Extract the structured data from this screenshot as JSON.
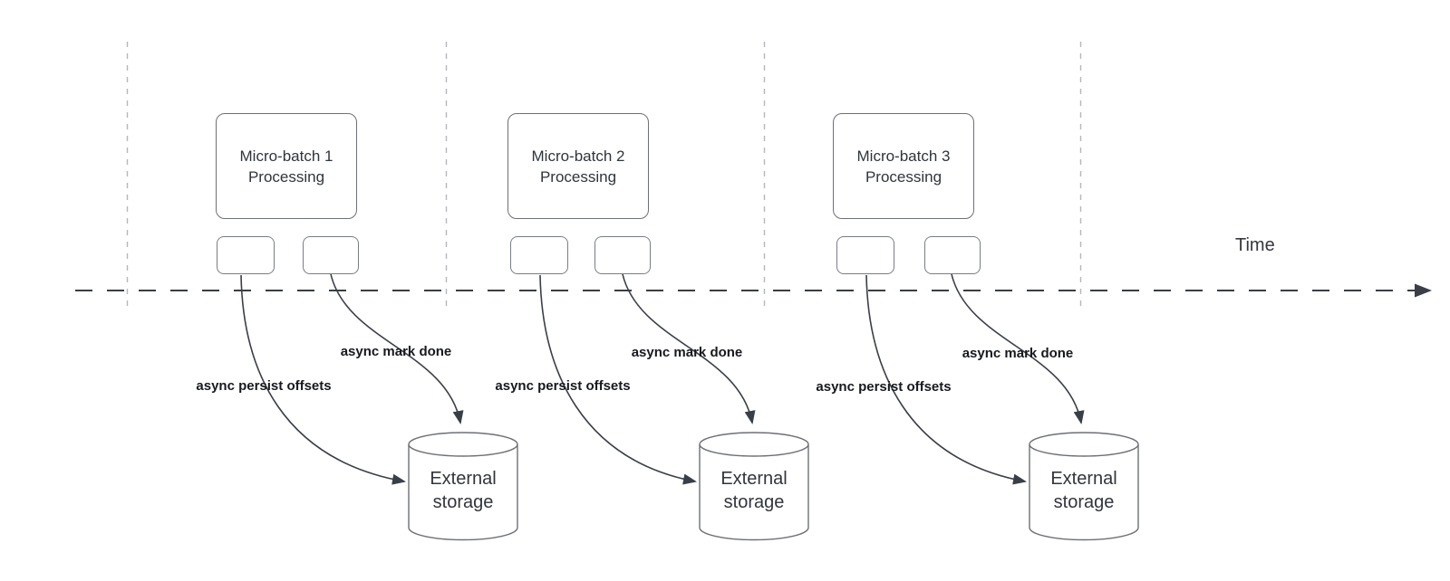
{
  "diagram": {
    "title": "Micro-batch processing timeline with async persistence to external storage",
    "timeline": {
      "label": "Time"
    },
    "groups": [
      {
        "batch_label": "Micro-batch 1\nProcessing",
        "persist_label": "async persist offsets",
        "done_label": "async mark done",
        "storage_label": "External\nstorage"
      },
      {
        "batch_label": "Micro-batch 2\nProcessing",
        "persist_label": "async persist offsets",
        "done_label": "async mark done",
        "storage_label": "External\nstorage"
      },
      {
        "batch_label": "Micro-batch 3\nProcessing",
        "persist_label": "async persist offsets",
        "done_label": "async mark done",
        "storage_label": "External\nstorage"
      }
    ],
    "colors": {
      "background": "#ffffff",
      "axis_and_arrows": "#3a3e47",
      "grid_dashes": "#b4b7bc",
      "shape_stroke": "#6d7077",
      "shape_text": "#30343c",
      "bold_label_text": "#17191e"
    }
  }
}
